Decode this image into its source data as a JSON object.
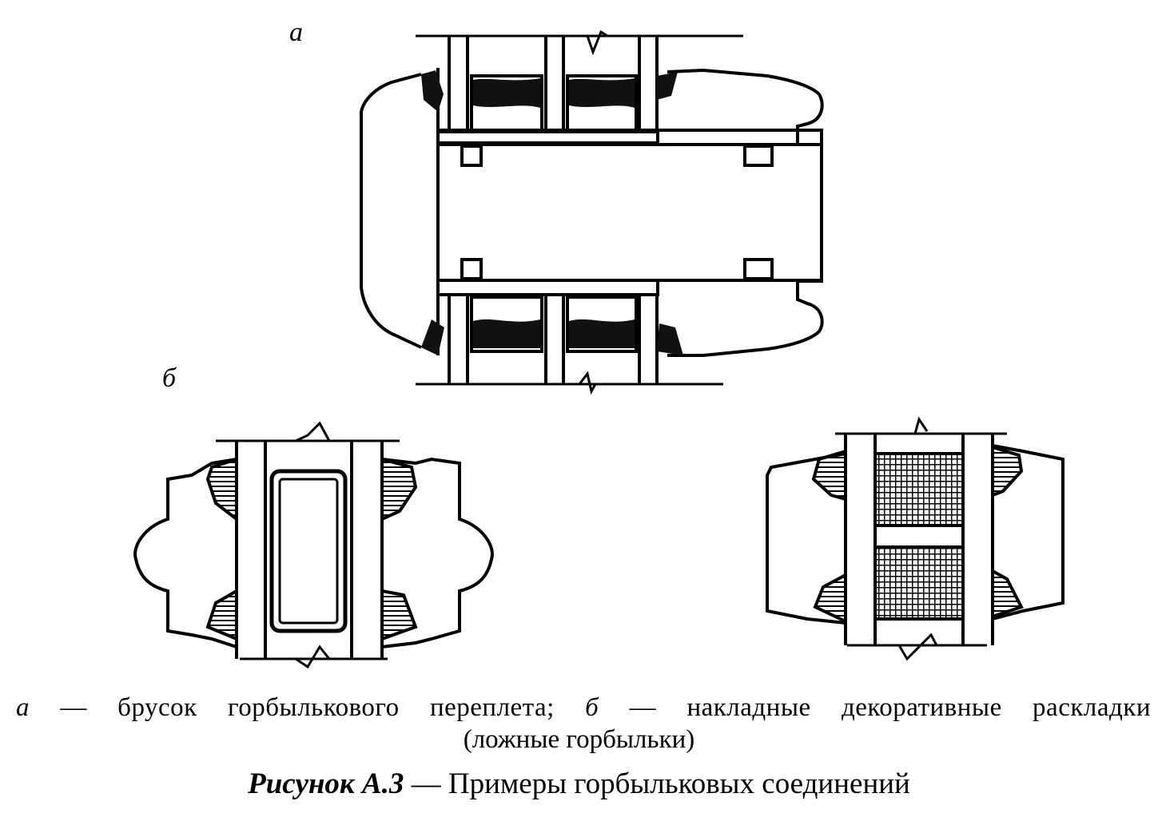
{
  "labels": {
    "a": "а",
    "b": "б"
  },
  "caption": {
    "a_letter": "а",
    "a_text": " — брусок горбылькового переплета; ",
    "b_letter": "б",
    "b_text": " — накладные декоративные раскладки",
    "line2": "(ложные горбыльки)",
    "figure_label": "Рисунок А.3",
    "figure_title": " — Примеры горбыльковых соединений"
  }
}
